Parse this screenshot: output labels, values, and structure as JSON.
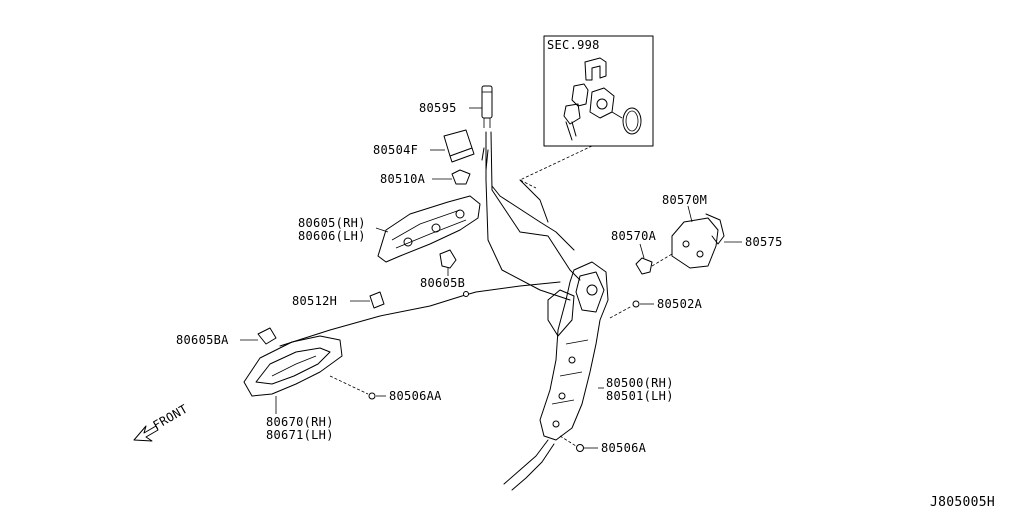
{
  "labels": {
    "sec": "SEC.998",
    "p80595": "80595",
    "p80504F": "80504F",
    "p80510A": "80510A",
    "p80605": "80605(RH)",
    "p80606": "80606(LH)",
    "p80605B": "80605B",
    "p80512H": "80512H",
    "p80605BA": "80605BA",
    "p80670": "80670(RH)",
    "p80671": "80671(LH)",
    "p80506AA": "80506AA",
    "p80570M": "80570M",
    "p80570A": "80570A",
    "p80575": "80575",
    "p80502A": "80502A",
    "p80500": "80500(RH)",
    "p80501": "80501(LH)",
    "p80506A": "80506A",
    "front": "FRONT",
    "drawing_id": "J805005H"
  }
}
